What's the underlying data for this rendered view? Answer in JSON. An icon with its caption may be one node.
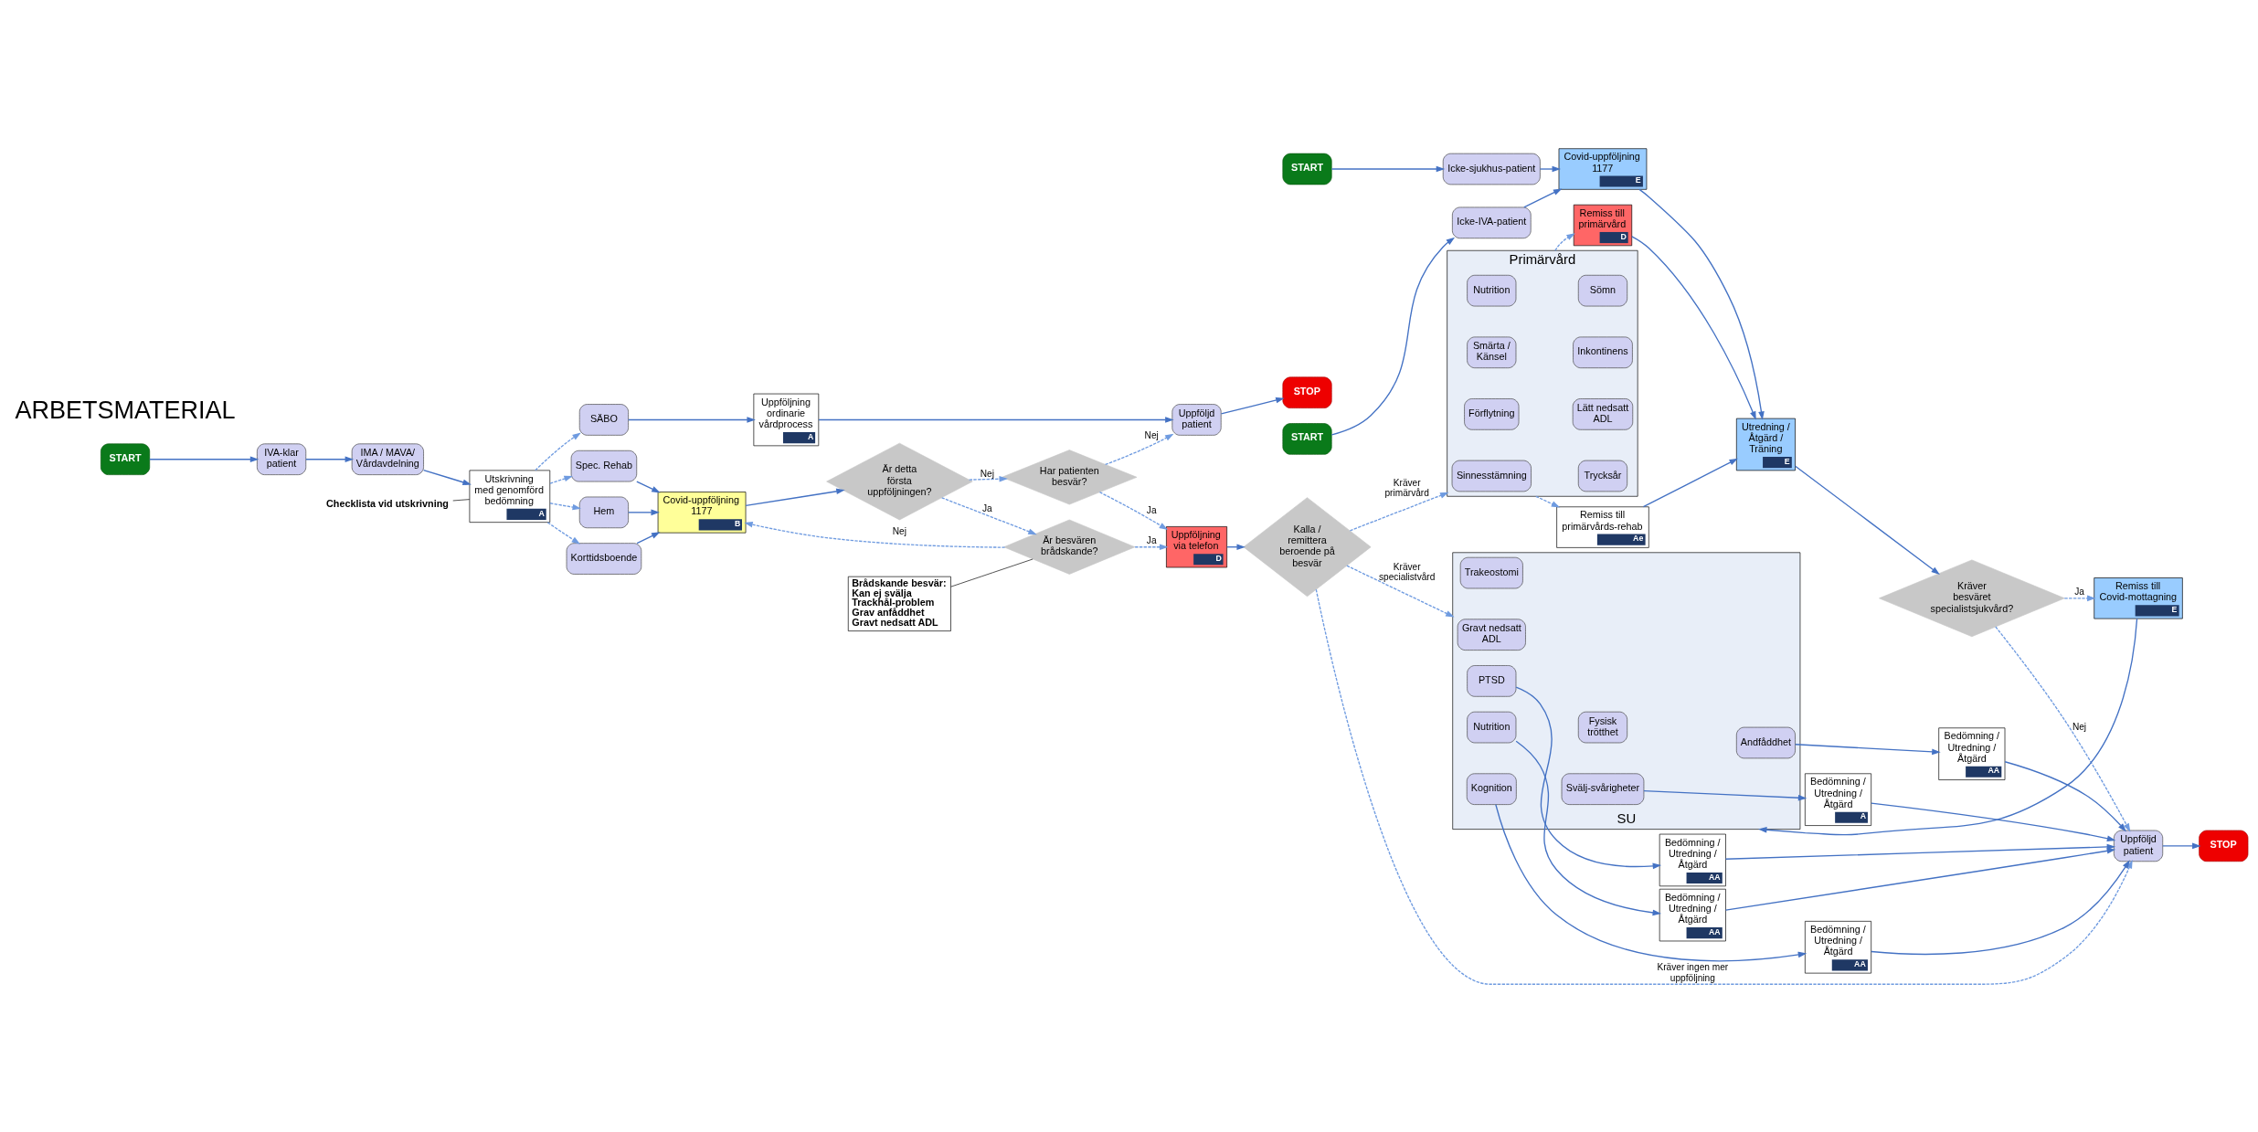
{
  "diagram": {
    "nodes": [
      {
        "text": [
          "START"
        ]
      },
      {
        "text": [
          "IVA-klar patient"
        ]
      },
      {
        "text": [
          "IMA / MAVA/ Vårdavdelning"
        ]
      },
      {
        "text": [
          "Utskrivning med genomförd bedömning",
          "A"
        ]
      },
      {
        "text": [
          "Checklista vid utskrivning"
        ]
      },
      {
        "text": [
          "Hem"
        ]
      },
      {
        "text": [
          "Korttidsboende"
        ]
      },
      {
        "text": [
          "Spec. Rehab"
        ]
      },
      {
        "text": [
          "SÄBO"
        ]
      },
      {
        "text": [
          "Covid-uppföljning 1177",
          "B"
        ]
      },
      {
        "text": [
          "Uppföljning ordinarie vårdprocess",
          "A"
        ]
      },
      {
        "text": [
          "Är detta första uppföljningen?"
        ]
      },
      {
        "text": [
          "Är besvären brådskande?"
        ]
      },
      {
        "text": [
          "Har patienten besvär?"
        ]
      },
      {
        "text": [
          "Uppföljd patient"
        ]
      },
      {
        "text": [
          "STOP"
        ]
      },
      {
        "text": [
          "Brådskande besvär:",
          "Kan ej svälja",
          "Trackhål-problem",
          "Grav anfåddhet",
          "Gravt nedsatt ADL"
        ]
      },
      {
        "text": [
          "Uppföljning via telefon",
          "D"
        ]
      },
      {
        "text": [
          "Kalla / remittera beroende på besvär"
        ]
      },
      {
        "text": [
          "SU"
        ]
      },
      {
        "text": [
          "Gravt nedsatt ADL"
        ],
        "in": 19
      },
      {
        "text": [
          "Fysisk trötthet"
        ],
        "in": 19
      },
      {
        "text": [
          "Andfåddhet"
        ],
        "in": 19
      },
      {
        "text": [
          "Trakeostomi"
        ],
        "in": 19
      },
      {
        "text": [
          "Svälj-svårigheter"
        ],
        "in": 19
      },
      {
        "text": [
          "Nutrition"
        ],
        "in": 19
      },
      {
        "text": [
          "Kognition"
        ],
        "in": 19
      },
      {
        "text": [
          "PTSD"
        ],
        "in": 19
      },
      {
        "text": [
          "Bedömning / Utredning / Åtgärd",
          "AA"
        ]
      },
      {
        "text": [
          "Bedömning / Utredning / Åtgärd",
          "A"
        ]
      },
      {
        "text": [
          "Bedömning / Utredning / Åtgärd",
          "AA"
        ]
      },
      {
        "text": [
          "Bedömning / Utredning / Åtgärd",
          "AA"
        ]
      },
      {
        "text": [
          "Bedömning / Utredning / Åtgärd",
          "AA"
        ]
      },
      {
        "text": [
          "Uppföljd patient"
        ]
      },
      {
        "text": [
          "STOP"
        ]
      },
      {
        "text": [
          "Primärvård"
        ]
      },
      {
        "text": [
          "Sinnesstämning"
        ],
        "in": 35
      },
      {
        "text": [
          "Trycksår"
        ],
        "in": 35
      },
      {
        "text": [
          "Förflytning"
        ],
        "in": 35
      },
      {
        "text": [
          "Lätt nedsatt ADL"
        ],
        "in": 35
      },
      {
        "text": [
          "Smärta / Känsel"
        ],
        "in": 35
      },
      {
        "text": [
          "Inkontinens"
        ],
        "in": 35
      },
      {
        "text": [
          "Nutrition"
        ],
        "in": 35
      },
      {
        "text": [
          "Sömn"
        ],
        "in": 35
      },
      {
        "text": [
          "Remiss till primärvård",
          "D"
        ]
      },
      {
        "text": [
          "Remiss till primärvårds-rehab",
          "Ae"
        ]
      },
      {
        "text": [
          "Utredning / Åtgärd / Träning",
          "E"
        ]
      },
      {
        "text": [
          "Kräver besväret specialistsjukvård?"
        ]
      },
      {
        "text": [
          "Remiss till Covid-mottagning",
          "E"
        ]
      },
      {
        "text": [
          "START"
        ]
      },
      {
        "text": [
          "Icke-IVA-patient"
        ]
      },
      {
        "text": [
          "START"
        ]
      },
      {
        "text": [
          "Icke-sjukhus-patient"
        ]
      },
      {
        "text": [
          "Covid-uppföljning 1177",
          "E"
        ]
      }
    ],
    "edges": [
      {
        "from": 0,
        "to": 1,
        "arrow": "to"
      },
      {
        "from": 1,
        "to": 2,
        "arrow": "to"
      },
      {
        "from": 2,
        "to": 3,
        "arrow": "to"
      },
      {
        "from": 3,
        "to": 5,
        "arrow": "to",
        "style": "dashed"
      },
      {
        "from": 3,
        "to": 6,
        "arrow": "to",
        "style": "dashed"
      },
      {
        "from": 3,
        "to": 7,
        "arrow": "to",
        "style": "dashed"
      },
      {
        "from": 3,
        "to": 8,
        "arrow": "to",
        "style": "dashed"
      },
      {
        "from": 4,
        "to": 3,
        "arrow": "none",
        "color": "#000000"
      },
      {
        "from": 5,
        "to": 9,
        "arrow": "to"
      },
      {
        "from": 6,
        "to": 9,
        "arrow": "to"
      },
      {
        "from": 7,
        "to": 9,
        "arrow": "to"
      },
      {
        "from": 8,
        "to": 10,
        "arrow": "to"
      },
      {
        "from": 10,
        "to": 14,
        "arrow": "to"
      },
      {
        "from": 14,
        "to": 15,
        "arrow": "to"
      },
      {
        "from": 9,
        "to": 11,
        "arrow": "to"
      },
      {
        "from": 11,
        "to": 12,
        "label": "Ja",
        "arrow": "to",
        "style": "dashed"
      },
      {
        "from": 11,
        "to": 13,
        "label": "Nej",
        "arrow": "to",
        "style": "dashed"
      },
      {
        "from": 12,
        "to": 9,
        "label": "Nej",
        "arrow": "to",
        "style": "dashed"
      },
      {
        "from": 16,
        "to": 12,
        "arrow": "none",
        "color": "#000000"
      },
      {
        "from": 12,
        "to": 17,
        "label": "Ja",
        "arrow": "to",
        "style": "dashed"
      },
      {
        "from": 13,
        "to": 17,
        "label": "Ja",
        "arrow": "to",
        "style": "dashed"
      },
      {
        "from": 13,
        "to": 14,
        "label": "Nej",
        "arrow": "to",
        "style": "dashed"
      },
      {
        "from": 17,
        "to": 18,
        "arrow": "to"
      },
      {
        "from": 18,
        "to": 19,
        "label": "Kräver specialistvård",
        "arrow": "to",
        "style": "dashed"
      },
      {
        "from": 18,
        "to": 33,
        "label": "Kräver ingen mer uppföljning",
        "arrow": "to",
        "style": "dashed"
      },
      {
        "from": 18,
        "to": 35,
        "label": "Kräver primärvård",
        "arrow": "to",
        "style": "dashed"
      },
      {
        "from": 22,
        "to": 28,
        "arrow": "to"
      },
      {
        "from": 24,
        "to": 29,
        "arrow": "to"
      },
      {
        "from": 25,
        "to": 30,
        "arrow": "to"
      },
      {
        "from": 26,
        "to": 31,
        "arrow": "to"
      },
      {
        "from": 27,
        "to": 32,
        "arrow": "to"
      },
      {
        "from": 28,
        "to": 33,
        "arrow": "to"
      },
      {
        "from": 29,
        "to": 33,
        "arrow": "to"
      },
      {
        "from": 30,
        "to": 33,
        "arrow": "to"
      },
      {
        "from": 31,
        "to": 33,
        "arrow": "to"
      },
      {
        "from": 32,
        "to": 33,
        "arrow": "to"
      },
      {
        "from": 33,
        "to": 34,
        "arrow": "to"
      },
      {
        "from": 35,
        "to": 44,
        "arrow": "to",
        "style": "dashed"
      },
      {
        "from": 35,
        "to": 45,
        "arrow": "to",
        "style": "dashed"
      },
      {
        "from": 44,
        "to": 46,
        "arrow": "to"
      },
      {
        "from": 45,
        "to": 46,
        "arrow": "to"
      },
      {
        "from": 46,
        "to": 47,
        "arrow": "to"
      },
      {
        "from": 47,
        "to": 48,
        "label": "Ja",
        "arrow": "to",
        "style": "dashed"
      },
      {
        "from": 47,
        "to": 33,
        "label": "Nej",
        "arrow": "to",
        "style": "dashed"
      },
      {
        "from": 48,
        "to": 19,
        "arrow": "to"
      },
      {
        "from": 49,
        "to": 50,
        "arrow": "to"
      },
      {
        "from": 51,
        "to": 52,
        "arrow": "to"
      },
      {
        "from": 50,
        "to": 53,
        "arrow": "to"
      },
      {
        "from": 52,
        "to": 53,
        "arrow": "to"
      },
      {
        "from": 53,
        "to": 46,
        "arrow": "to"
      }
    ],
    "labels": [
      "ARBETSMATERIAL"
    ]
  }
}
